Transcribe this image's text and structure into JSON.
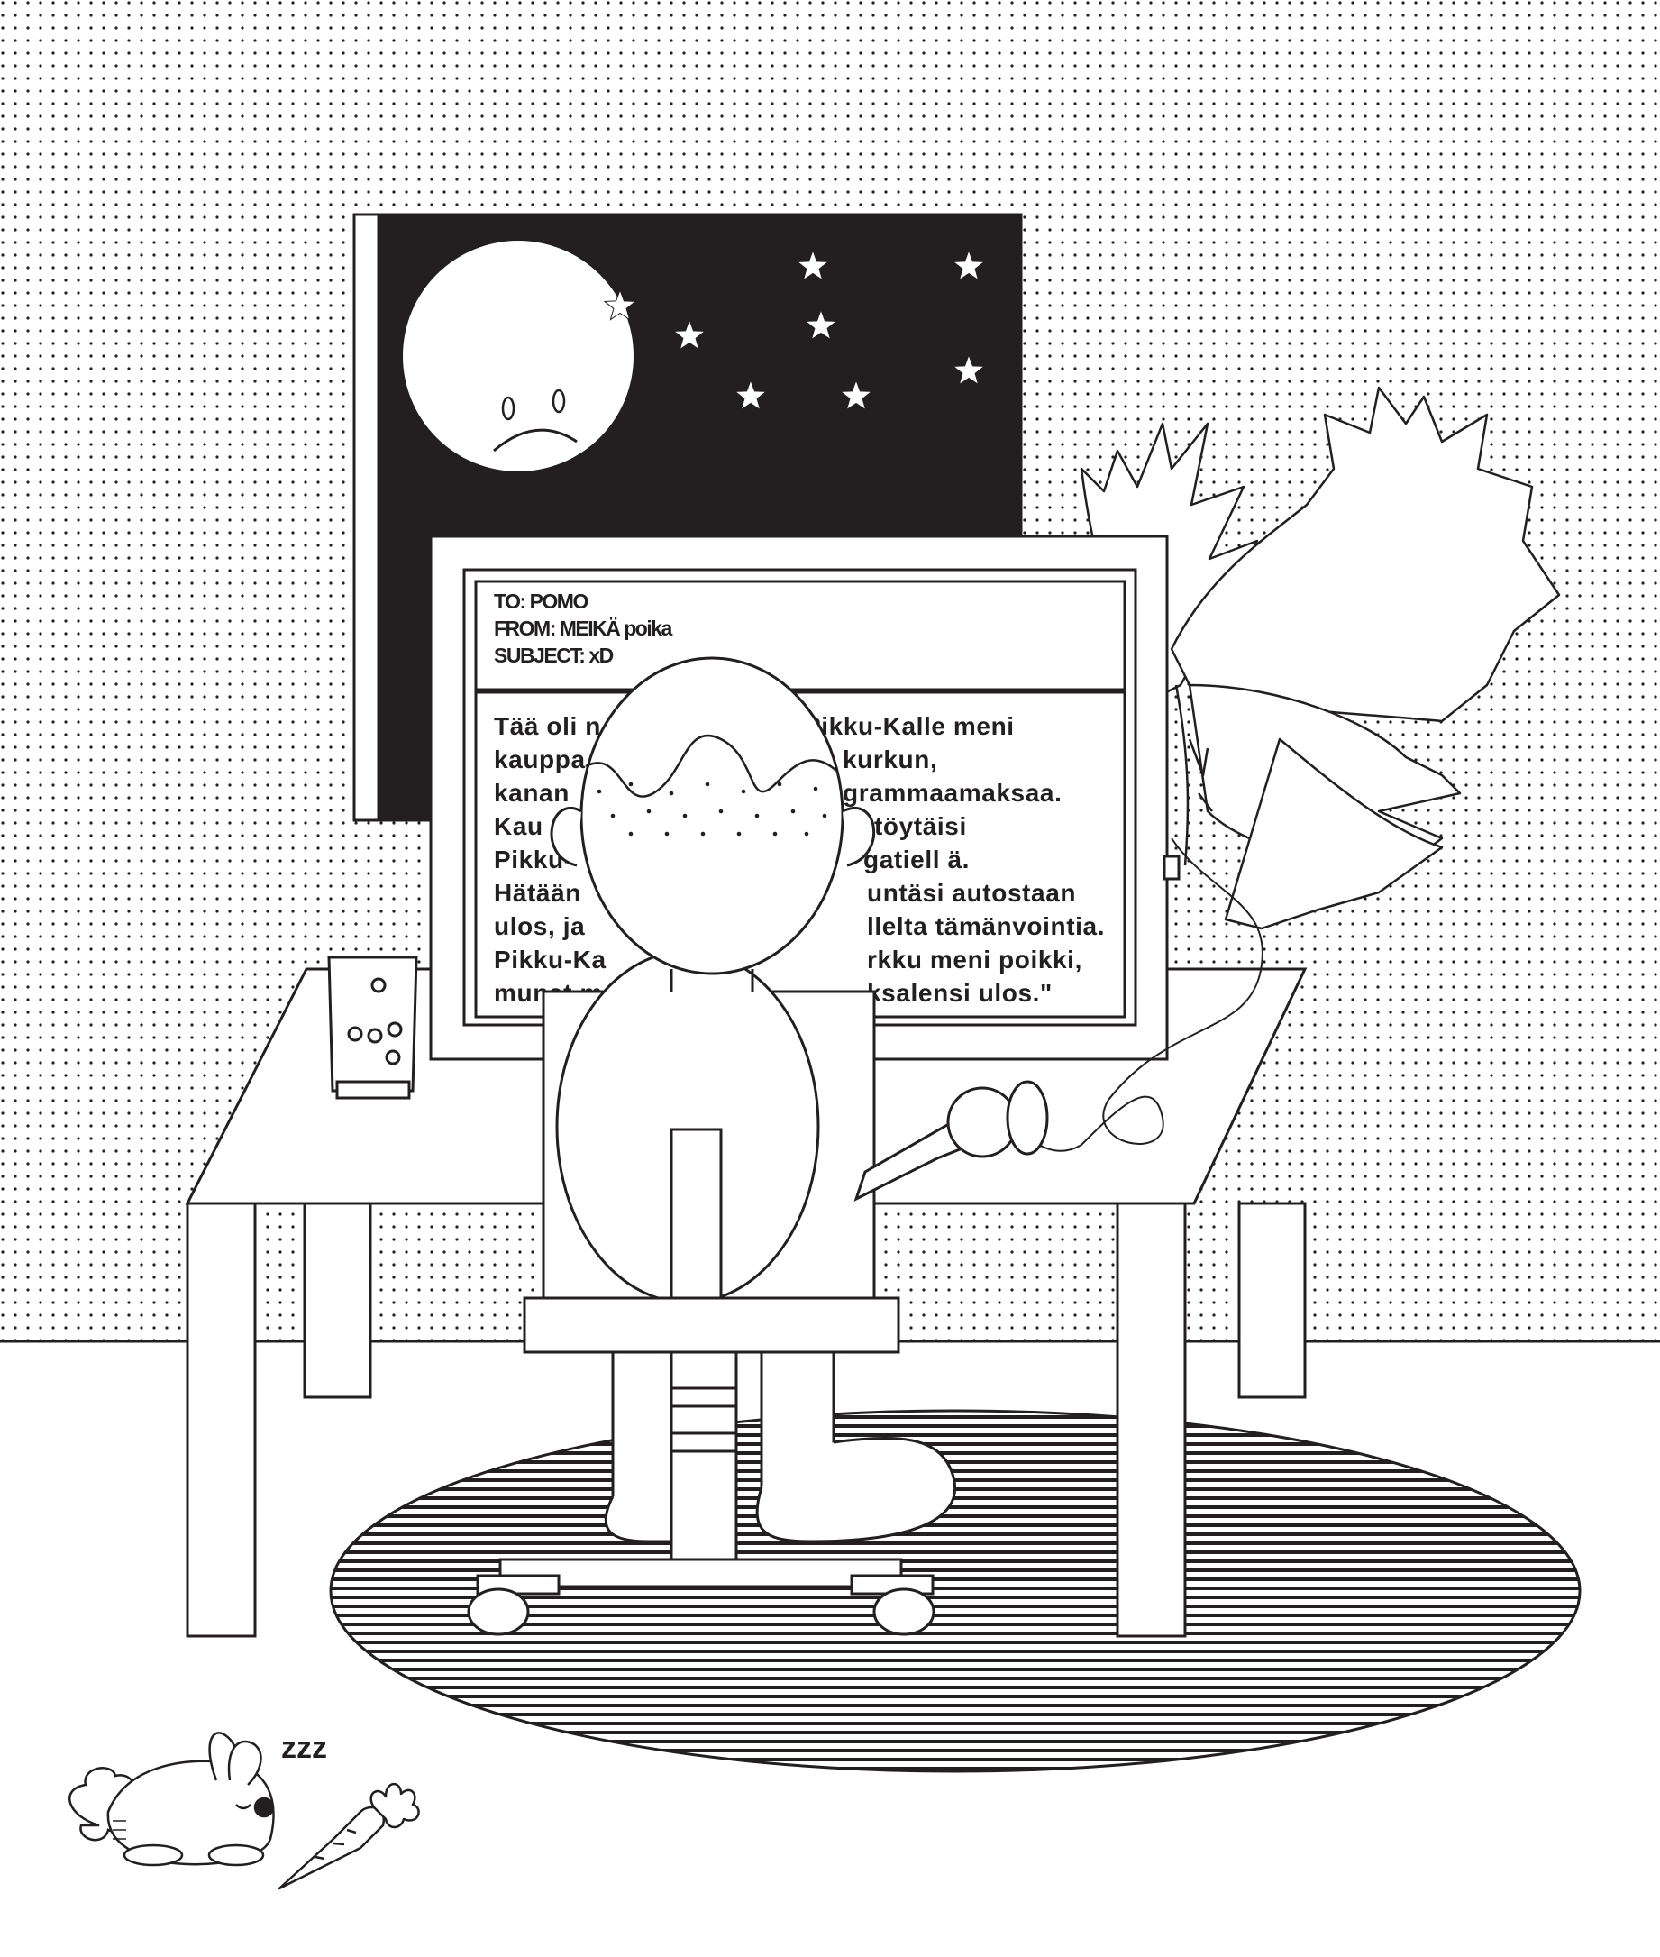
{
  "email": {
    "to": "TO: POMO",
    "from": "FROM: MEIKÄ poika",
    "subject": "SUBJECT: xD",
    "body_lines": [
      "Tää oli n",
      "Pikku-Kalle  meni",
      "kauppa",
      "kurkun,",
      "kanan",
      "grammaamaksaa.",
      "Kau",
      "töytäisi",
      "Pikku-",
      "gatiell  ä.",
      "Hätään",
      "untäsi autostaan",
      "ulos,  ja",
      "llelta  tämänvointia.",
      "Pikku-Ka",
      "rkku meni poikki,",
      "munat m",
      "ksalensi  ulos.\""
    ]
  },
  "sleep_text": "zzz",
  "colors": {
    "ink": "#231f20",
    "paper": "#ffffff",
    "night_sky": "#231f20"
  }
}
